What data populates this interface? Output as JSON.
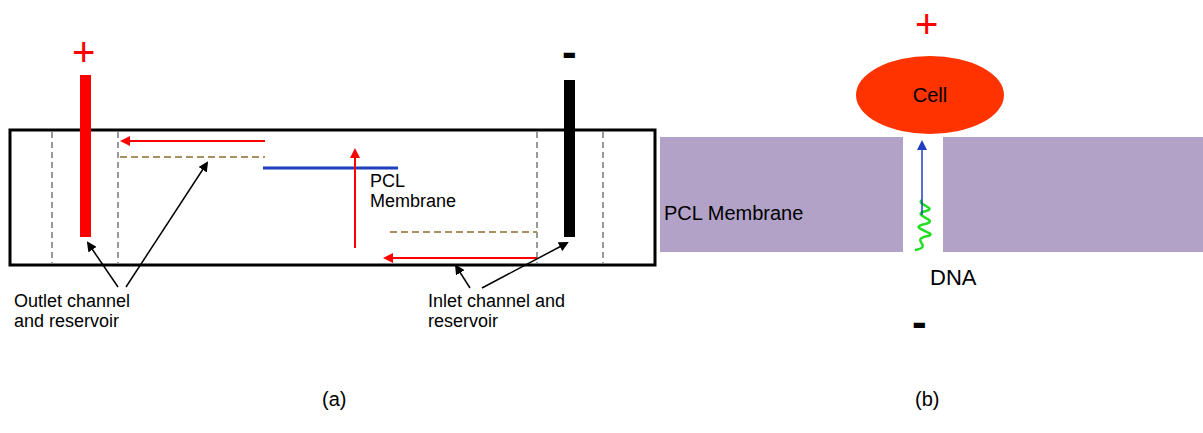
{
  "diagram": {
    "nodes": [
      {
        "text": [
          "Cell"
        ]
      },
      {
        "text": [
          "PCL Membrane"
        ]
      }
    ],
    "labels": [
      "+",
      "-",
      "PCL Membrane",
      "Outlet channel and reservoir",
      "Inlet channel and reservoir",
      "(a)",
      "+",
      "-",
      "DNA",
      "(b)"
    ]
  }
}
